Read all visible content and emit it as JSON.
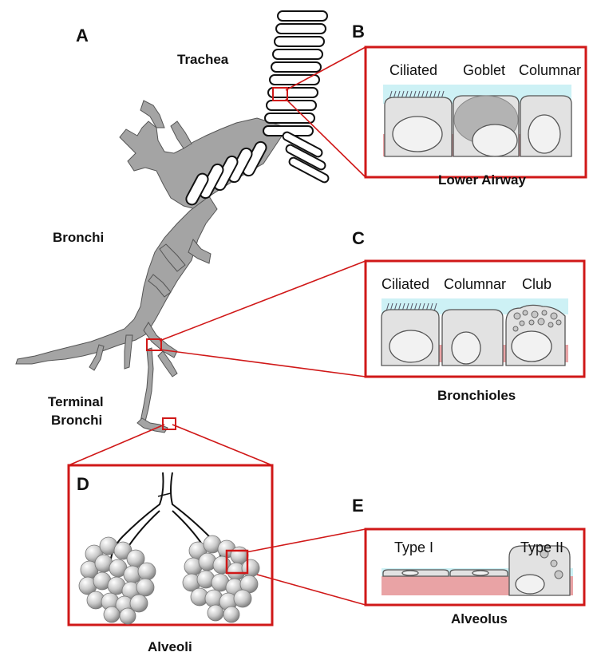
{
  "panels": {
    "A": {
      "letter": "A",
      "labels": {
        "trachea": "Trachea",
        "bronchi": "Bronchi",
        "terminal_line1": "Terminal",
        "terminal_line2": "Bronchi"
      }
    },
    "B": {
      "letter": "B",
      "cells": [
        "Ciliated",
        "Goblet",
        "Columnar"
      ],
      "caption": "Lower Airway"
    },
    "C": {
      "letter": "C",
      "cells": [
        "Ciliated",
        "Columnar",
        "Club"
      ],
      "caption": "Bronchioles"
    },
    "D": {
      "letter": "D",
      "caption": "Alveoli"
    },
    "E": {
      "letter": "E",
      "cells": [
        "Type I",
        "Type II"
      ],
      "caption": "Alveolus"
    }
  },
  "colors": {
    "highlight_box": "#d01818",
    "airway_gray": "#a4a4a4",
    "mucus_layer": "#cdf1f5",
    "tissue_layer": "#e9a3a5",
    "cell_fill": "#e2e2e2"
  }
}
